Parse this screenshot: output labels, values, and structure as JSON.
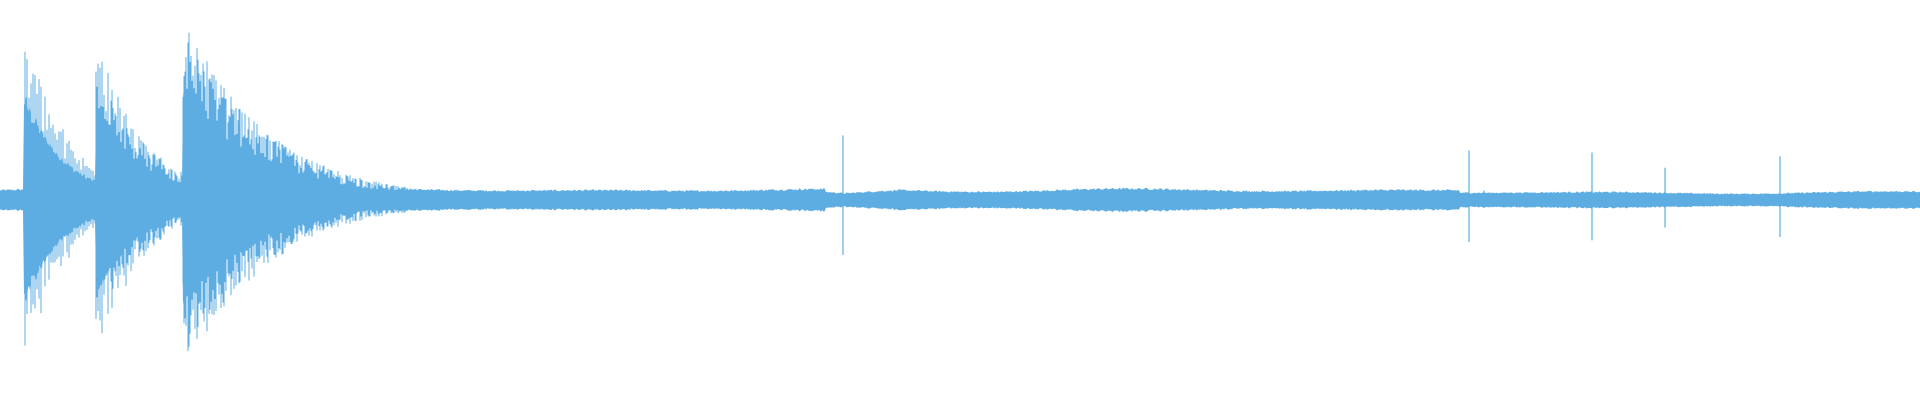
{
  "waveform": {
    "color": "#5dade2",
    "background": "#ffffff",
    "baseline_level": 0.06,
    "transients": [
      {
        "time": 0.012,
        "amplitude": 0.98,
        "decay": 0.07
      },
      {
        "time": 0.05,
        "amplitude": 0.87,
        "decay": 0.08
      },
      {
        "time": 0.095,
        "amplitude": 0.98,
        "decay": 0.14
      }
    ],
    "clicks": [
      {
        "time": 0.439,
        "amplitude": 0.34
      },
      {
        "time": 0.765,
        "amplitude": 0.26
      },
      {
        "time": 0.773,
        "amplitude": 0.05
      },
      {
        "time": 0.829,
        "amplitude": 0.25
      },
      {
        "time": 0.867,
        "amplitude": 0.17
      },
      {
        "time": 0.927,
        "amplitude": 0.23
      }
    ]
  }
}
